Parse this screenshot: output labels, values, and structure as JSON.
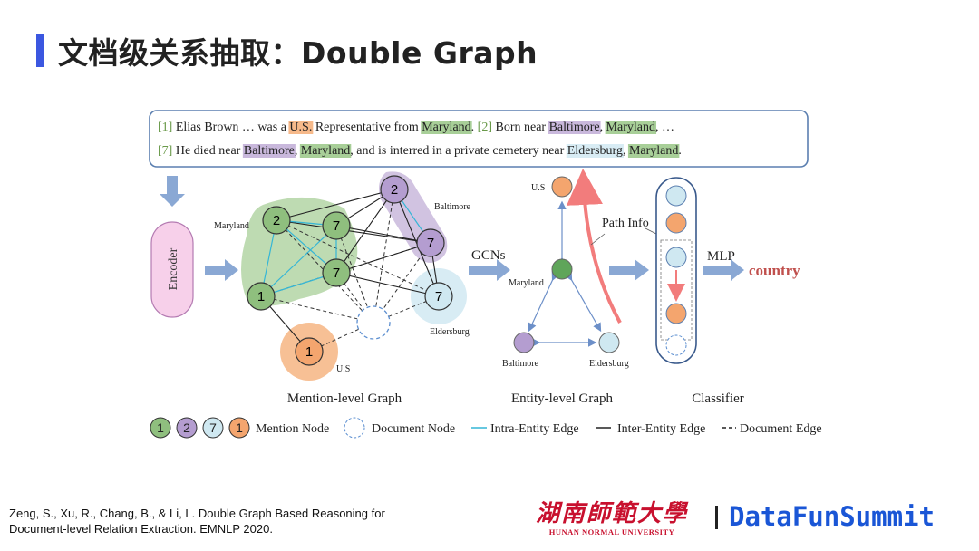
{
  "slide": {
    "title": "文档级关系抽取：Double Graph",
    "citation_line1": "Zeng, S., Xu, R., Chang, B., & Li, L. Double Graph Based Reasoning for",
    "citation_line2": "Document-level Relation Extraction. EMNLP 2020."
  },
  "diagram": {
    "text_line1": [
      {
        "t": "[1]",
        "c": "num"
      },
      {
        "t": " Elias Brown … was a "
      },
      {
        "t": "U.S.",
        "c": "orange"
      },
      {
        "t": " Representative from "
      },
      {
        "t": "Maryland",
        "c": "green"
      },
      {
        "t": ". "
      },
      {
        "t": "[2]",
        "c": "num"
      },
      {
        "t": " Born near "
      },
      {
        "t": "Baltimore",
        "c": "purple"
      },
      {
        "t": ", "
      },
      {
        "t": "Maryland",
        "c": "green"
      },
      {
        "t": ", …"
      }
    ],
    "text_line2": [
      {
        "t": "[7]",
        "c": "num"
      },
      {
        "t": " He died near "
      },
      {
        "t": "Baltimore",
        "c": "purple"
      },
      {
        "t": ", "
      },
      {
        "t": "Maryland",
        "c": "green"
      },
      {
        "t": ", and is interred in a private cemetery near "
      },
      {
        "t": "Eldersburg",
        "c": "blue"
      },
      {
        "t": ", "
      },
      {
        "t": "Maryland",
        "c": "green"
      },
      {
        "t": "."
      }
    ],
    "encoder_label": "Encoder",
    "mention_nodes": [
      "2",
      "7",
      "2",
      "7",
      "7",
      "1",
      "7",
      "1"
    ],
    "mention_entity_labels": {
      "maryland": "Maryland",
      "baltimore": "Baltimore",
      "eldersburg": "Eldersburg",
      "us": "U.S"
    },
    "gcns_label": "GCNs",
    "entity_labels": {
      "us": "U.S",
      "maryland": "Maryland",
      "baltimore": "Baltimore",
      "eldersburg": "Eldersburg"
    },
    "path_info_label": "Path Info",
    "mlp_label": "MLP",
    "output_label": "country",
    "captions": {
      "mention": "Mention-level Graph",
      "entity": "Entity-level Graph",
      "classifier": "Classifier"
    },
    "legend": {
      "node_numbers": [
        "1",
        "2",
        "7",
        "1"
      ],
      "mention_node": "Mention Node",
      "document_node": "Document Node",
      "intra_edge": "Intra-Entity Edge",
      "inter_edge": "Inter-Entity Edge",
      "document_edge": "Document Edge"
    },
    "colors": {
      "green": "#a8cf98",
      "green_node": "#8fbf7e",
      "purple": "#c9b8dc",
      "purple_node": "#b49dd0",
      "orange": "#f6b98a",
      "orange_node": "#f4a56e",
      "blue": "#d8ecf4",
      "blue_node": "#cfe8f1",
      "arrow_blue": "#6c8fc8",
      "output_red": "#c0504d",
      "cyan_edge": "#35b6d6"
    }
  },
  "logos": {
    "university_cn": "湖南師範大學",
    "university_en": "HUNAN NORMAL UNIVERSITY",
    "brand": "DataFunSummit"
  }
}
